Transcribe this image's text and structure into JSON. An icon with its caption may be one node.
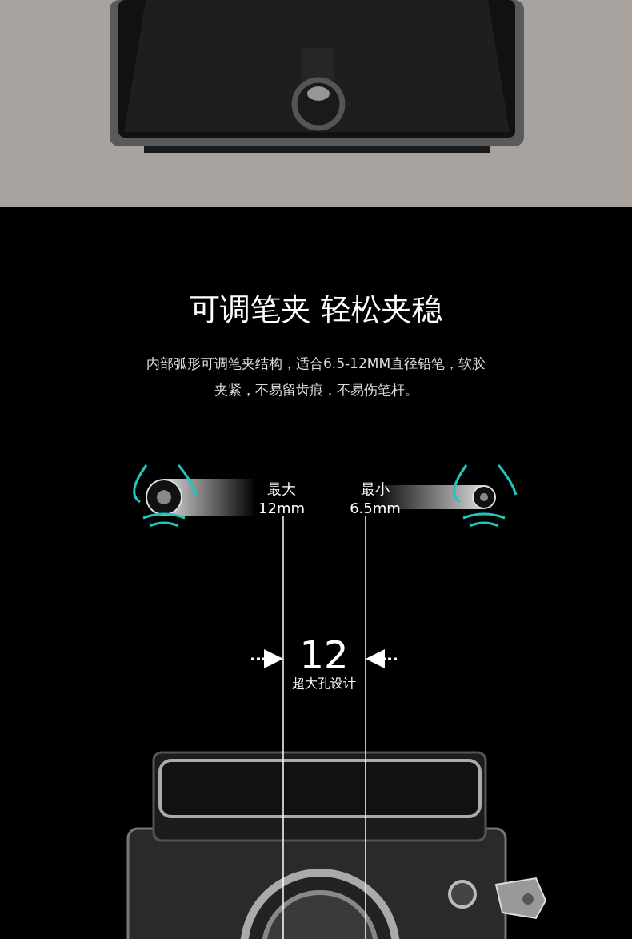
{
  "diagram": {
    "title": "可调笔夹 轻松夹稳",
    "labels": [
      "内部弧形可调笔夹结构，适合6.5-12MM直径铅笔，软胶夹紧，不易留齿痕，不易伤笔杆。",
      "最大 12mm",
      "最小 6.5mm",
      "12",
      "超大孔设计"
    ]
  }
}
